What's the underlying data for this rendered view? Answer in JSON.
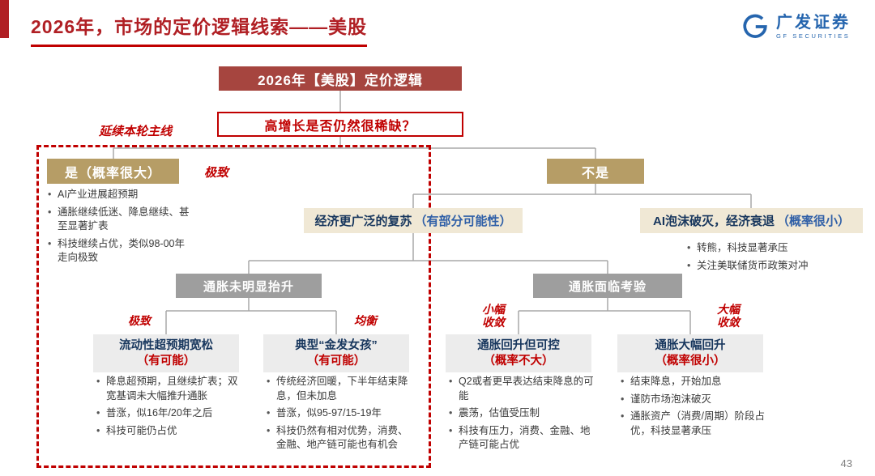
{
  "header": {
    "title": "2026年，市场的定价逻辑线索——美股",
    "logo": {
      "name": "广发证券",
      "sub": "GF SECURITIES"
    },
    "page_number": "43"
  },
  "colors": {
    "accent_red": "#c00000",
    "title_red": "#b01f24",
    "root_box_red": "#a6453f",
    "tan_box": "#b69d66",
    "light_tan_box": "#f0e8d5",
    "gray_box": "#9e9e9e",
    "leaf_box": "#ececec",
    "navy_text": "#17365d",
    "blue_text": "#2f5fa7",
    "logo_blue": "#2565ae"
  },
  "flowchart": {
    "root": "2026年【美股】定价逻辑",
    "question": "高增长是否仍然很稀缺？",
    "branch_label_mainline": "延续本轮主线",
    "yes": {
      "title": "是（概率很大）",
      "annotation": "极致",
      "bullets": [
        "AI产业进展超预期",
        "通胀继续低迷、降息继续、甚至显著扩表",
        "科技继续占优，类似98-00年走向极致"
      ]
    },
    "no": {
      "title": "不是"
    },
    "recovery": {
      "title": "经济更广泛的复苏",
      "note": "（有部分可能性）"
    },
    "bubble": {
      "title": "AI泡沫破灭，经济衰退",
      "note": "（概率很小）",
      "bullets": [
        "转熊，科技显著承压",
        "关注美联储货币政策对冲"
      ]
    },
    "inflation_low": {
      "title": "通胀未明显抬升"
    },
    "inflation_test": {
      "title": "通胀面临考验"
    },
    "labels": {
      "extreme": "极致",
      "balanced": "均衡",
      "small_convergence": "小幅收敛",
      "large_convergence": "大幅收敛"
    },
    "leaves": [
      {
        "title": "流动性超预期宽松",
        "note": "（有可能）",
        "bullets": [
          "降息超预期，且继续扩表；双宽基调未大幅推升通胀",
          "普涨，似16年/20年之后",
          "科技可能仍占优"
        ]
      },
      {
        "title": "典型“金发女孩”",
        "note": "（有可能）",
        "bullets": [
          "传统经济回暖，下半年结束降息，但未加息",
          "普涨，似95-97/15-19年",
          "科技仍然有相对优势，消费、金融、地产链可能也有机会"
        ]
      },
      {
        "title": "通胀回升但可控",
        "note": "（概率不大）",
        "bullets": [
          "Q2或者更早表达结束降息的可能",
          "震荡，估值受压制",
          "科技有压力，消费、金融、地产链可能占优"
        ]
      },
      {
        "title": "通胀大幅回升",
        "note": "（概率很小）",
        "bullets": [
          "结束降息，开始加息",
          "谨防市场泡沫破灭",
          "通胀资产（消费/周期）阶段占优，科技显著承压"
        ]
      }
    ]
  }
}
